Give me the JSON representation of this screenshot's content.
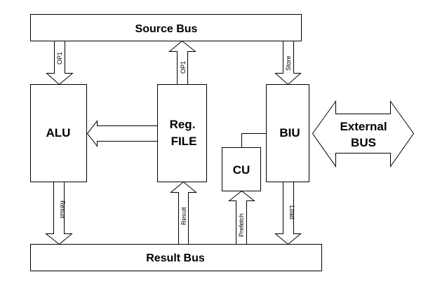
{
  "buses": {
    "source": "Source Bus",
    "result": "Result Bus"
  },
  "blocks": {
    "alu": "ALU",
    "regfile_line1": "Reg.",
    "regfile_line2": "FILE",
    "biu": "BIU",
    "cu": "CU"
  },
  "external": {
    "line1": "External",
    "line2": "BUS"
  },
  "signals": {
    "alu_op1": "OP1",
    "reg_op1": "OP1",
    "store": "Store",
    "alu_result": "Result",
    "reg_result": "Result",
    "prefetch": "Prefetch",
    "load": "Load"
  }
}
